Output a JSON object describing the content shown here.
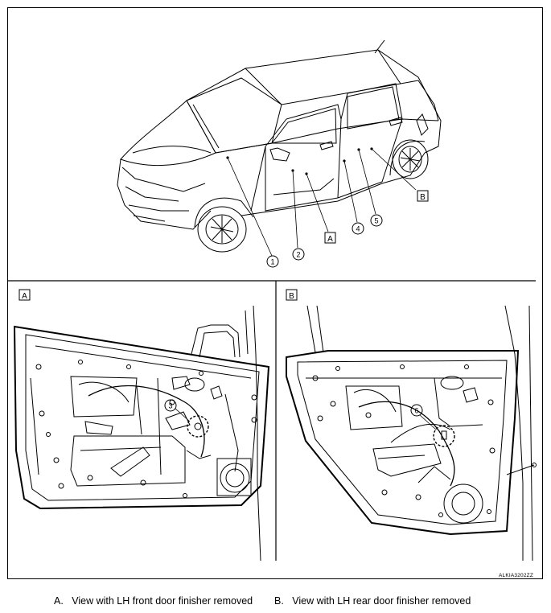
{
  "figure_code": "ALKIA3202ZZ",
  "callouts": [
    "1",
    "2",
    "3",
    "4",
    "5",
    "6"
  ],
  "view_tags": {
    "a": "A",
    "b": "B"
  },
  "captions": [
    {
      "letter": "A.",
      "text": "View with LH front door finisher removed"
    },
    {
      "letter": "B.",
      "text": "View with LH rear door finisher removed"
    }
  ]
}
